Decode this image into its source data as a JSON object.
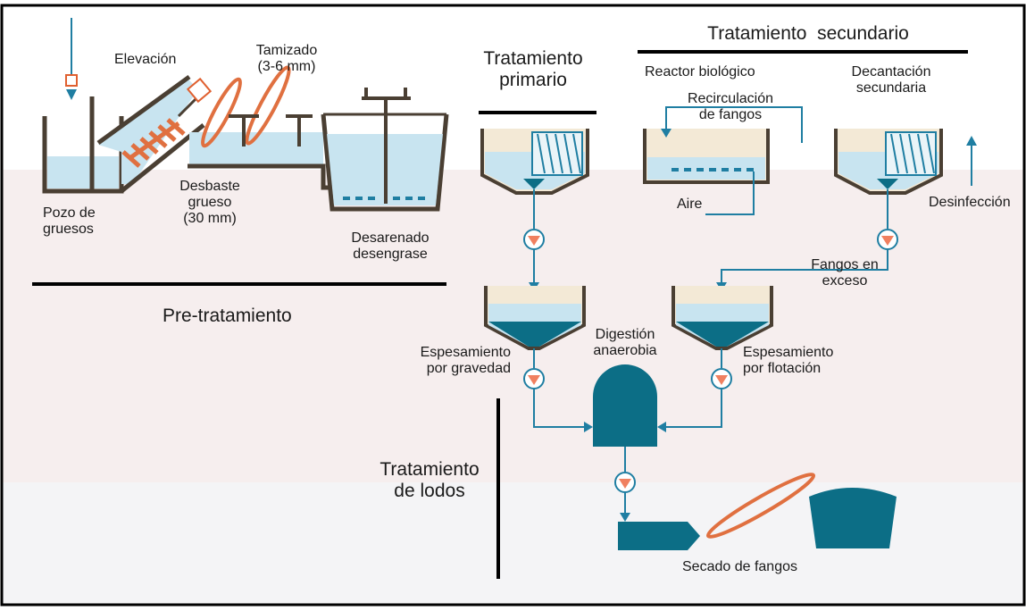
{
  "labels": {
    "elevacion": "Elevación",
    "tamizado": "Tamizado\n(3-6 mm)",
    "pozo": "Pozo de\ngruesos",
    "desbaste": "Desbaste\ngrueso\n(30 mm)",
    "desarenado": "Desarenado\ndesengrase",
    "pre_tratamiento": "Pre-tratamiento",
    "tratamiento_primario": "Tratamiento\nprimario",
    "tratamiento_secundario": "Tratamiento  secundario",
    "reactor": "Reactor biológico",
    "recirculacion": "Recirculación\nde fangos",
    "decantacion": "Decantación\nsecundaria",
    "aire": "Aire",
    "desinfeccion": "Desinfección",
    "fangos_exceso": "Fangos en\nexceso",
    "esp_gravedad": "Espesamiento\npor gravedad",
    "digestion": "Digestión\nanaerobia",
    "esp_flotacion": "Espesamiento\npor flotación",
    "tratamiento_lodos": "Tratamiento\nde lodos",
    "secado": "Secado de fangos"
  },
  "colors": {
    "water": "#c8e4f0",
    "tank_outline": "#4a3f33",
    "tank_fill": "#f3e9d6",
    "teal": "#0c6e86",
    "pipe": "#1f7ea2",
    "pump": "#f08060",
    "screw": "#f08060",
    "bg_band1": "#f6eeee",
    "bg_band2": "#f4f4f6"
  }
}
